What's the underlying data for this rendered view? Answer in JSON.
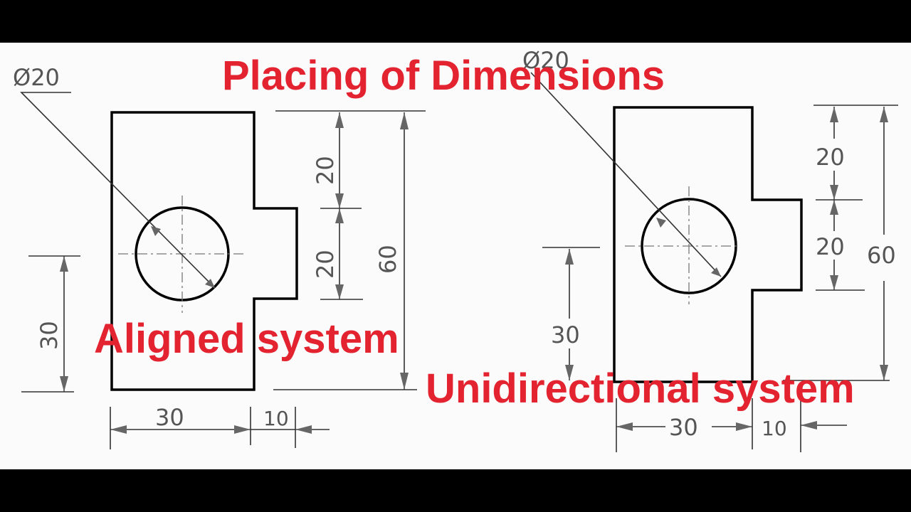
{
  "title": "Placing of Dimensions",
  "aligned": {
    "caption": "Aligned system",
    "diameter": "Ø20",
    "dim_20_top": "20",
    "dim_20_mid": "20",
    "dim_60": "60",
    "dim_30_left": "30",
    "dim_30_bottom": "30",
    "dim_10": "10"
  },
  "unidirectional": {
    "caption": "Unidirectional system",
    "diameter": "Ø20",
    "dim_20_top": "20",
    "dim_20_mid": "20",
    "dim_60": "60",
    "dim_30_left": "30",
    "dim_30_bottom": "30",
    "dim_10": "10"
  },
  "colors": {
    "caption_red": "#e3232f",
    "outline": "#000000",
    "dimension_gray": "#555555",
    "paper": "#fbfbfb",
    "letterbox": "#000000"
  }
}
